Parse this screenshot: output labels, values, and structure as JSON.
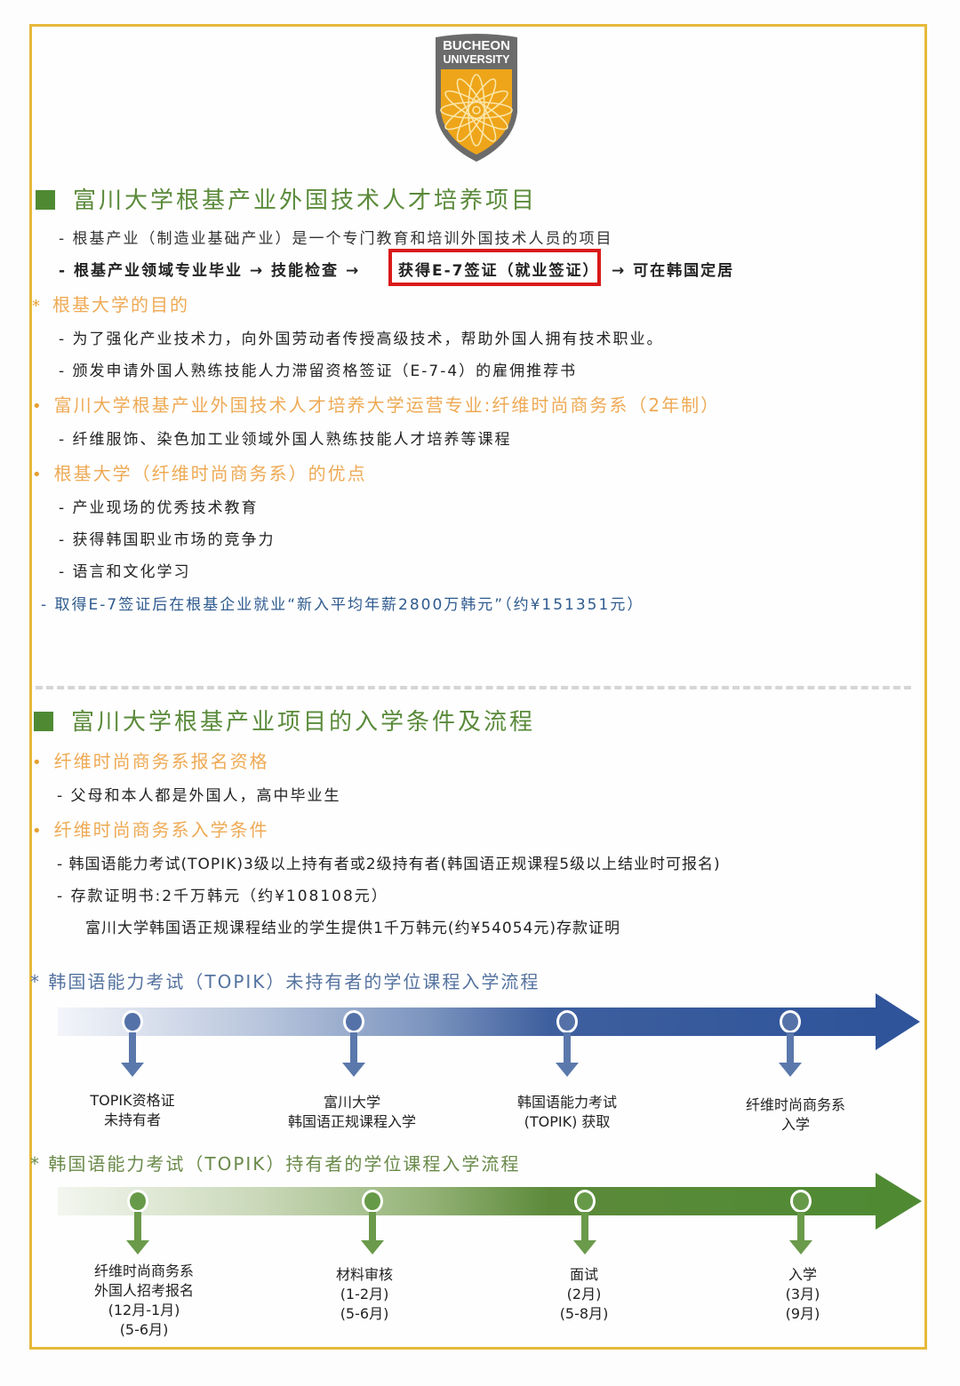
{
  "logo": {
    "line1": "BUCHEON",
    "line2": "UNIVERSITY"
  },
  "section1": {
    "title": "富川大学根基产业外国技术人才培养项目",
    "intro": "- 根基产业（制造业基础产业）是一个专门教育和培训外国技术人员的项目",
    "path": {
      "prefix": "- 根基产业领域专业毕业 → 技能检查 →",
      "highlight": "获得E-7签证（就业签证）",
      "suffix": "→ 可在韩国定居"
    },
    "purpose": {
      "marker": "*",
      "title": "根基大学的目的",
      "items": [
        "- 为了强化产业技术力，向外国劳动者传授高级技术，帮助外国人拥有技术职业。",
        "- 颁发申请外国人熟练技能人力滞留资格签证（E-7-4）的雇佣推荐书"
      ]
    },
    "major": {
      "marker": "•",
      "title": "富川大学根基产业外国技术人才培养大学运营专业:纤维时尚商务系（2年制）",
      "items": [
        "- 纤维服饰、染色加工业领域外国人熟练技能人才培养等课程"
      ]
    },
    "advantages": {
      "marker": "•",
      "title": "根基大学（纤维时尚商务系）的优点",
      "items": [
        "- 产业现场的优秀技术教育",
        "- 获得韩国职业市场的竞争力",
        "- 语言和文化学习"
      ]
    },
    "salary_note": "- 取得E-7签证后在根基企业就业“新入平均年薪2800万韩元”（约¥151351元）"
  },
  "section2": {
    "title": "富川大学根基产业项目的入学条件及流程",
    "eligibility": {
      "marker": "•",
      "title": "纤维时尚商务系报名资格",
      "items": [
        "- 父母和本人都是外国人，高中毕业生"
      ]
    },
    "requirements": {
      "marker": "•",
      "title": "纤维时尚商务系入学条件",
      "items": [
        "- 韩国语能力考试(TOPIK)3级以上持有者或2级持有者(韩国语正规课程5级以上结业时可报名)",
        "- 存款证明书:2千万韩元（约¥108108元）",
        "富川大学韩国语正规课程结业的学生提供1千万韩元(约¥54054元)存款证明"
      ]
    },
    "flow_without_topik": {
      "marker": "*",
      "title": "韩国语能力考试（TOPIK）未持有者的学位课程入学流程",
      "color": "#2f549a",
      "steps": [
        "TOPIK资格证\n未持有者",
        "富川大学\n韩国语正规课程入学",
        "韩国语能力考试\n(TOPIK) 获取",
        "纤维时尚商务系\n入学"
      ]
    },
    "flow_with_topik": {
      "marker": "*",
      "title": "韩国语能力考试（TOPIK）持有者的学位课程入学流程",
      "color": "#4f8a33",
      "steps": [
        "纤维时尚商务系\n外国人招考报名\n(12月-1月)\n(5-6月)",
        "材料审核\n(1-2月)\n(5-6月)",
        "面试\n(2月)\n(5-8月)",
        "入学\n(3月)\n(9月)"
      ]
    }
  },
  "colors": {
    "frame": "#e6b93a",
    "heading_green": "#5a8a3a",
    "subheading_orange": "#eeaa55",
    "highlight_red": "#d91a1a",
    "note_blue": "#2f5b8f"
  }
}
